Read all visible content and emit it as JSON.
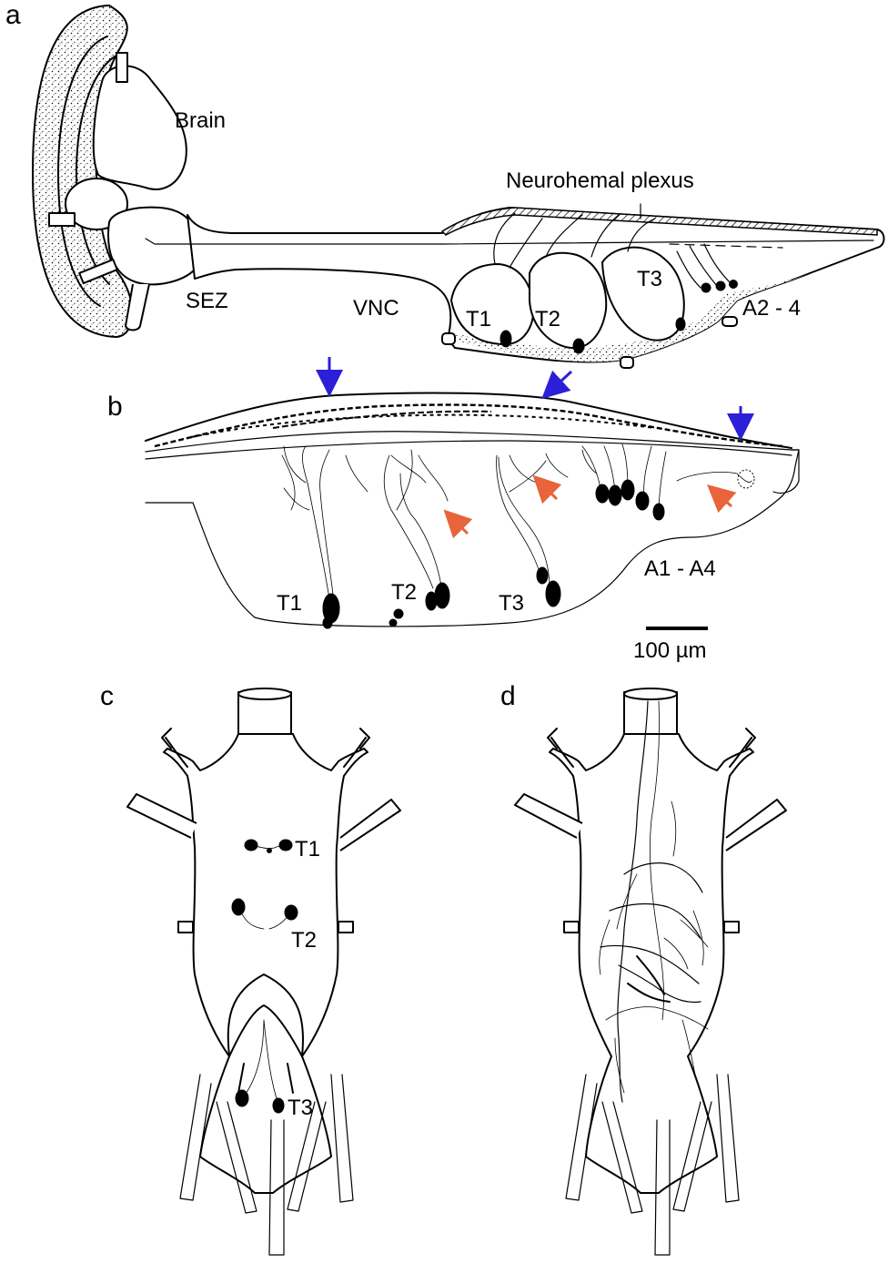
{
  "panels": {
    "a": {
      "letter": "a",
      "labels": {
        "brain": "Brain",
        "plexus": "Neurohemal plexus",
        "sez": "SEZ",
        "vnc": "VNC",
        "t1": "T1",
        "t2": "T2",
        "t3": "T3",
        "a24": "A2 - 4"
      }
    },
    "b": {
      "letter": "b",
      "labels": {
        "t1": "T1",
        "t2": "T2",
        "t3": "T3",
        "a14": "A1 - A4"
      },
      "scale_bar": "100 µm"
    },
    "c": {
      "letter": "c",
      "labels": {
        "t1": "T1",
        "t2": "T2",
        "t3": "T3"
      }
    },
    "d": {
      "letter": "d"
    }
  },
  "colors": {
    "ink": "#000000",
    "blue_arrow": "#2b1fd8",
    "orange_arrow": "#e8643a",
    "background": "#ffffff"
  }
}
